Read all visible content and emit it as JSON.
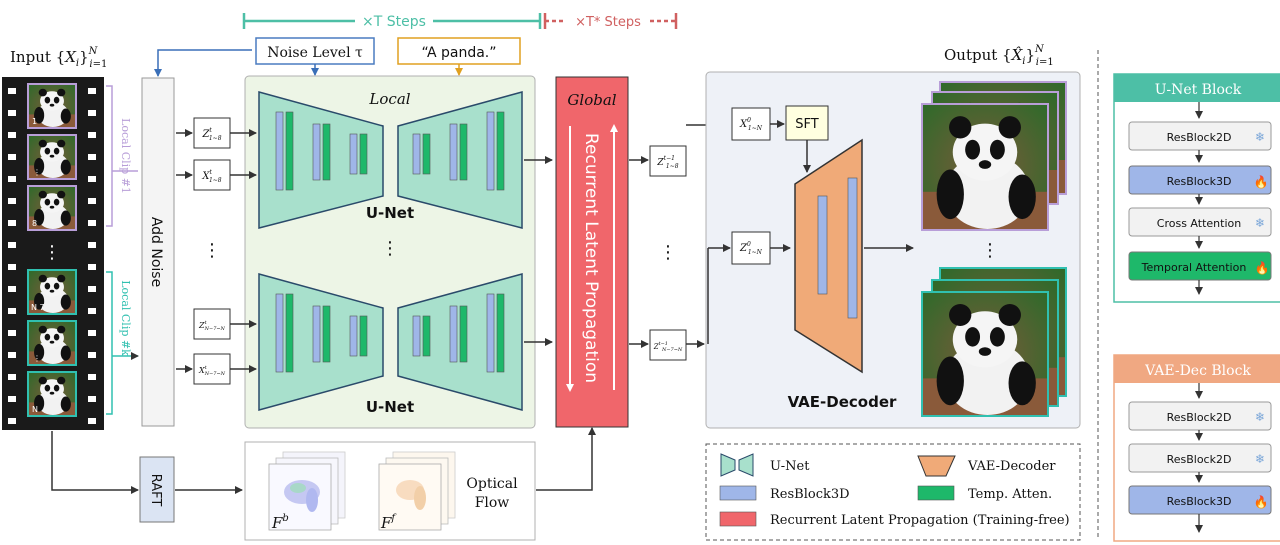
{
  "steps": {
    "main": "×T Steps",
    "extra": "×T* Steps"
  },
  "input": {
    "label": "Input {Xi}N i=1",
    "clip1": "Local Clip #1",
    "clip_k": "Local Clip #k",
    "frame_labels": [
      "1",
      "⋮",
      "8",
      "N 7",
      "⋮",
      "N"
    ]
  },
  "add_noise": "Add Noise",
  "raft": "RAFT",
  "noise_level": "Noise Level τ",
  "prompt": "“A panda.”",
  "local": "Local",
  "global": "Global",
  "unet_label": "U-Net",
  "latents": {
    "z_top": "Z 1~8",
    "x_top": "X 1~8",
    "z_bot": "Z N-7~N",
    "x_bot": "X N-7~N",
    "z_out_top": "Z 1~8",
    "z_out_bot": "Z N-7~N",
    "x0": "X0 1~N",
    "z0": "Z0 1~N"
  },
  "ellipsis": "⋮",
  "rlp": "Recurrent Latent Propagation",
  "sft": "SFT",
  "vae_decoder": "VAE-Decoder",
  "output": {
    "label": "Output {X̂i}N i=1"
  },
  "flow": {
    "fb": "Fb",
    "ff": "Ff",
    "label_line1": "Optical",
    "label_line2": "Flow"
  },
  "legend": {
    "unet": "U-Net",
    "vae": "VAE-Decoder",
    "resblock3d": "ResBlock3D",
    "temp_atten": "Temp. Atten.",
    "rlp": "Recurrent Latent Propagation (Training-free)"
  },
  "unet_block": {
    "title": "U-Net Block",
    "items": [
      {
        "label": "ResBlock2D",
        "kind": "frozen"
      },
      {
        "label": "ResBlock3D",
        "kind": "trainable"
      },
      {
        "label": "Cross Attention",
        "kind": "frozen"
      },
      {
        "label": "Temporal Attention",
        "kind": "trainable"
      }
    ]
  },
  "vae_block": {
    "title": "VAE-Dec Block",
    "items": [
      {
        "label": "ResBlock2D",
        "kind": "frozen"
      },
      {
        "label": "ResBlock2D",
        "kind": "frozen"
      },
      {
        "label": "ResBlock3D",
        "kind": "trainable"
      }
    ]
  },
  "colors": {
    "teal": "#4dbfa6",
    "unet_fill": "#a8e0cc",
    "resblock3d": "#9fb6e8",
    "temp_atten": "#1eb86a",
    "rlp": "#f0666b",
    "vae": "#f0aa78",
    "vae_block_header": "#f0a882",
    "noise_border": "#4a7cc0",
    "prompt_border": "#e0a020",
    "extra_steps": "#d06060",
    "input_purple": "#b89ed8",
    "input_teal": "#30c0b0"
  }
}
